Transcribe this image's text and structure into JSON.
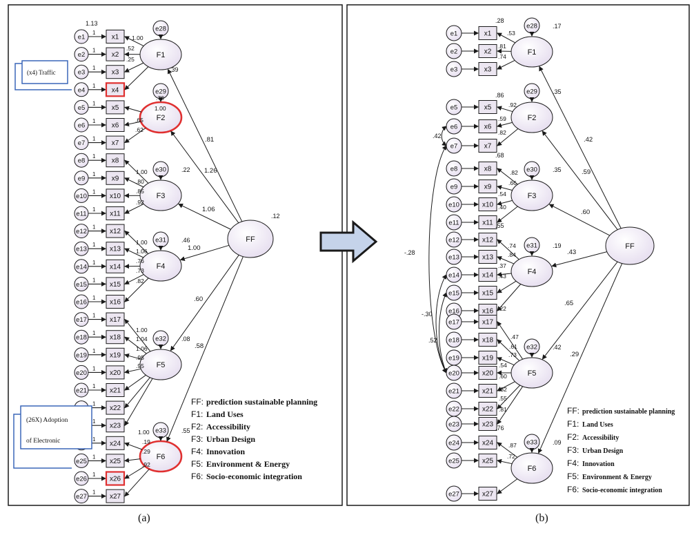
{
  "panels": [
    {
      "id": "a",
      "caption": "(a)",
      "errors": [
        "e1",
        "e2",
        "e3",
        "e4",
        "e5",
        "e6",
        "e7",
        "e8",
        "e9",
        "e10",
        "e11",
        "e12",
        "e13",
        "e14",
        "e15",
        "e16",
        "e17",
        "e18",
        "e19",
        "e20",
        "e21",
        "e22",
        "e23",
        "e24",
        "e25",
        "e26",
        "e27"
      ],
      "items": [
        "x1",
        "x2",
        "x3",
        "x4",
        "x5",
        "x6",
        "x7",
        "x8",
        "x9",
        "x10",
        "x11",
        "x12",
        "x13",
        "x14",
        "x15",
        "x16",
        "x17",
        "x18",
        "x19",
        "x20",
        "x21",
        "x22",
        "x23",
        "x24",
        "x25",
        "x26",
        "x27"
      ],
      "highlight_items": [
        "x4",
        "x26"
      ],
      "factors": [
        {
          "id": "F1",
          "err": "e28",
          "r2": "",
          "highlight": false
        },
        {
          "id": "F2",
          "err": "e29",
          "r2": "",
          "highlight": true
        },
        {
          "id": "F3",
          "err": "e30",
          "r2": ".22",
          "highlight": false
        },
        {
          "id": "F4",
          "err": "e31",
          "r2": ".46",
          "highlight": false
        },
        {
          "id": "F5",
          "err": "e32",
          "r2": ".08",
          "highlight": false
        },
        {
          "id": "F6",
          "err": "e33",
          "r2": ".55",
          "highlight": true
        }
      ],
      "ff": {
        "id": "FF",
        "var": ".12"
      },
      "ff_paths": [
        ".81",
        "1.26",
        "1.06",
        "1.00",
        ".60",
        ".58"
      ],
      "loading_labels": [
        "1.00",
        ".52",
        ".25",
        "",
        ".70",
        "1.00",
        ".65",
        ".62",
        "",
        "1.00",
        ".80",
        ".85",
        ".92",
        "",
        "1.00",
        "1.06",
        ".76",
        ".73",
        ".82",
        "",
        "1.00",
        "1.04",
        "1.06",
        ".95",
        ".95",
        "",
        "1.00",
        ".19",
        ".29",
        ".92"
      ],
      "extra_labels": [
        "1.13",
        ".39"
      ],
      "callouts": [
        {
          "line1": "(x4)  Traffic",
          "line2": ""
        },
        {
          "line1": "(26X)   Adoption",
          "line2": "of Electronic"
        }
      ],
      "legend": [
        {
          "code": "FF:",
          "text": "prediction sustainable planning"
        },
        {
          "code": "F1:",
          "text": "Land Uses"
        },
        {
          "code": "F2:",
          "text": "Accessibility"
        },
        {
          "code": "F3:",
          "text": "Urban Design"
        },
        {
          "code": "F4:",
          "text": "Innovation"
        },
        {
          "code": "F5:",
          "text": "Environment & Energy"
        },
        {
          "code": "F6:",
          "text": "Socio-economic integration"
        }
      ]
    },
    {
      "id": "b",
      "caption": "(b)",
      "errors": [
        "e1",
        "e2",
        "e3",
        "e5",
        "e6",
        "e7",
        "e8",
        "e9",
        "e10",
        "e11",
        "e12",
        "e13",
        "e14",
        "e15",
        "e16",
        "e17",
        "e18",
        "e19",
        "e20",
        "e21",
        "e22",
        "e23",
        "e24",
        "e25",
        "e27"
      ],
      "items": [
        "x1",
        "x2",
        "x3",
        "x5",
        "x6",
        "x7",
        "x8",
        "x9",
        "x10",
        "x11",
        "x12",
        "x13",
        "x14",
        "x15",
        "x16",
        "x17",
        "x18",
        "x19",
        "x20",
        "x21",
        "x22",
        "x23",
        "x24",
        "x25",
        "x27"
      ],
      "factors": [
        {
          "id": "F1",
          "err": "e28",
          "r2": ".17"
        },
        {
          "id": "F2",
          "err": "e29",
          "r2": ".35"
        },
        {
          "id": "F3",
          "err": "e30",
          "r2": ".35"
        },
        {
          "id": "F4",
          "err": "e31",
          "r2": ".19"
        },
        {
          "id": "F5",
          "err": "e32",
          "r2": ".42"
        },
        {
          "id": "F6",
          "err": "e33",
          "r2": ".09"
        }
      ],
      "ff": {
        "id": "FF"
      },
      "ff_paths": [
        ".42",
        ".59",
        ".60",
        ".43",
        ".65",
        ".29"
      ],
      "item_r2": [
        ".28",
        ".86",
        ".68",
        ".55",
        ".76"
      ],
      "loading_labels": [
        ".53",
        ".81",
        ".74",
        ".92",
        ".59",
        ".82",
        ".82",
        ".66",
        ".54",
        ".40",
        ".74",
        ".84",
        ".37",
        ".43",
        ".22",
        ".47",
        ".61",
        ".73",
        ".54",
        ".60",
        ".82",
        ".55",
        ".81",
        ".87",
        ".72"
      ],
      "correlations": [
        "-.28",
        "-.30",
        ".52",
        ".42"
      ],
      "legend": [
        {
          "code": "FF:",
          "text": "prediction sustainable planning"
        },
        {
          "code": "F1:",
          "text": "Land Uses"
        },
        {
          "code": "F2:",
          "text": "Accessibility"
        },
        {
          "code": "F3:",
          "text": "Urban Design"
        },
        {
          "code": "F4:",
          "text": "Innovation"
        },
        {
          "code": "F5:",
          "text": "Environment & Energy"
        },
        {
          "code": "F6:",
          "text": "Socio-economic integration"
        }
      ]
    }
  ],
  "transition_arrow": {
    "fill": "#c5d3ea",
    "stroke": "#1a1a1a"
  },
  "colors": {
    "node_fill": "#ece6f1",
    "highlight": "#e03030",
    "callout": "#3a66b8",
    "line": "#1a1a1a"
  }
}
